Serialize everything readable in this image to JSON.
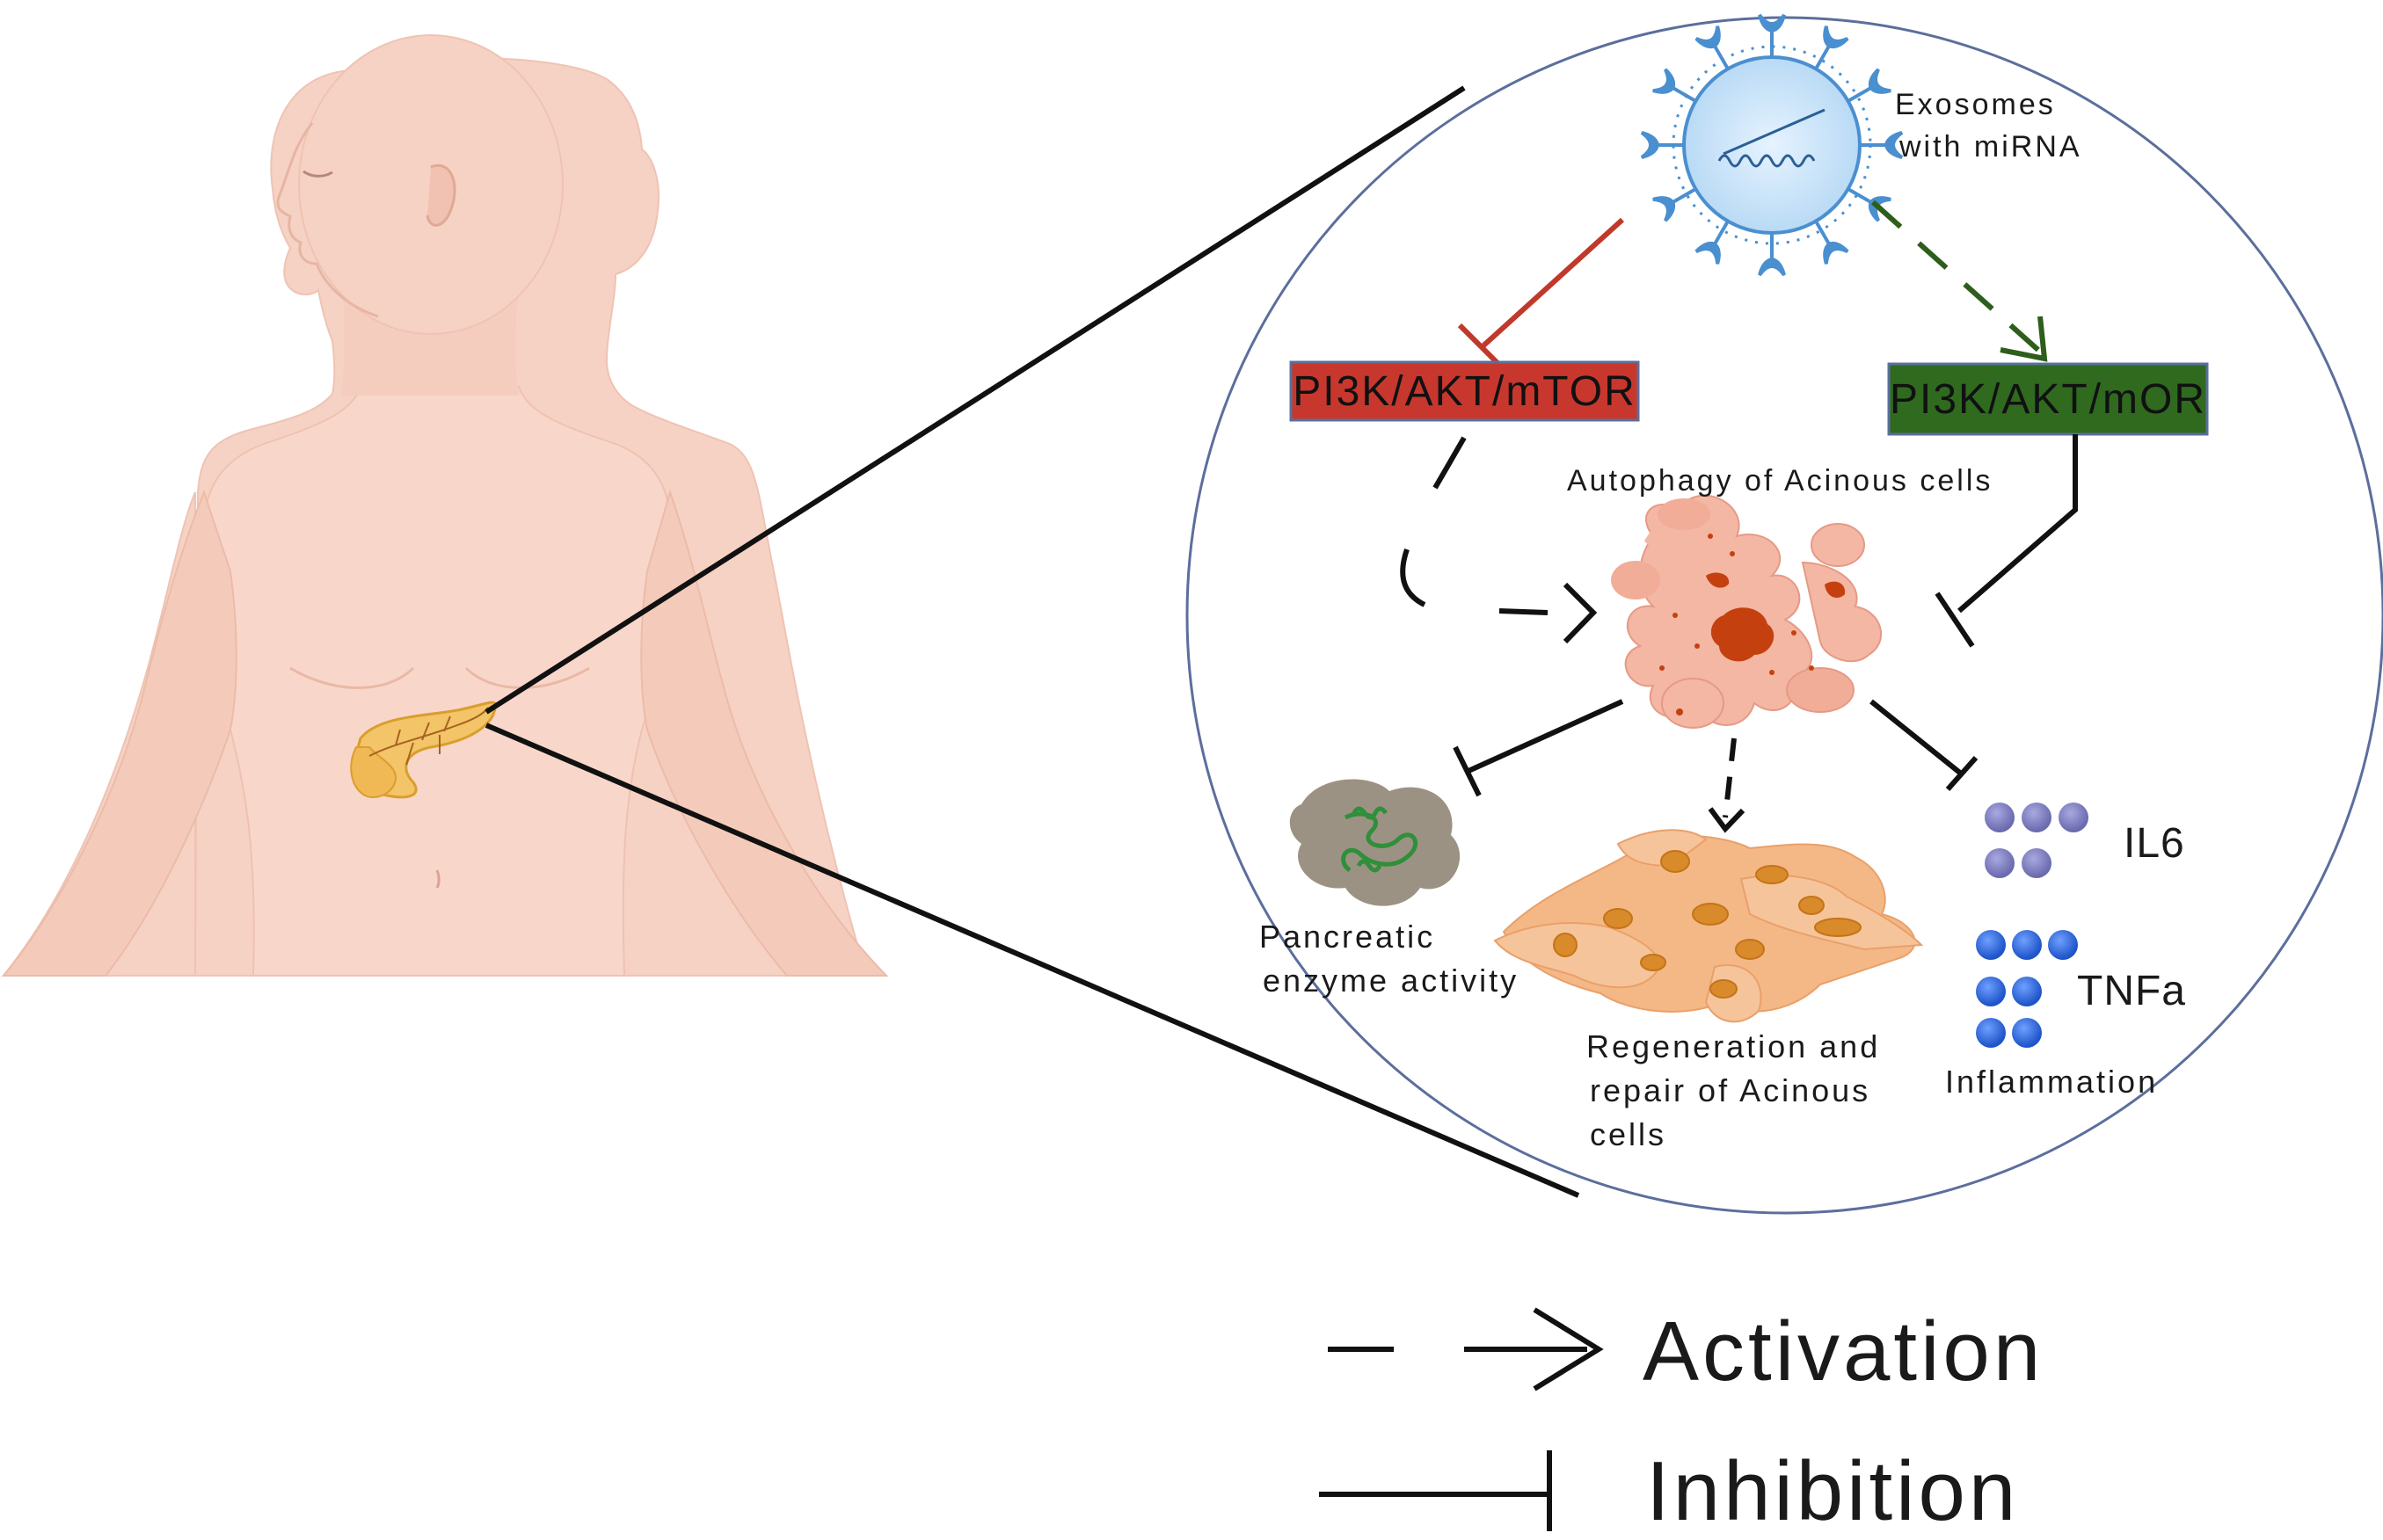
{
  "diagram": {
    "exosome_label": [
      "Exosomes",
      "with miRNA"
    ],
    "pathway_left": "PI3K/AKT/mTOR",
    "pathway_right": "PI3K/AKT/mOR",
    "autophagy_label": "Autophagy of Acinous cells",
    "enzyme_label": [
      "Pancreatic",
      "enzyme activity"
    ],
    "regeneration_label": [
      "Regeneration and",
      "repair of Acinous",
      "cells"
    ],
    "il6_label": "IL6",
    "tnfa_label": "TNFa",
    "inflammation_label": "Inflammation"
  },
  "legend": {
    "activation_label": "Activation",
    "inhibition_label": "Inhibition"
  },
  "colors": {
    "inhibit_red": "#c0392b",
    "activate_green": "#2e5e1b",
    "box_red": "#c8372d",
    "box_green": "#2f6a1f",
    "circle_stroke": "#5b6f9c",
    "skin": "#f6d2c4",
    "exosome_blue": "#4a8fd0",
    "il6_purple": "#7f7fbf",
    "tnfa_blue": "#2f6de0"
  }
}
